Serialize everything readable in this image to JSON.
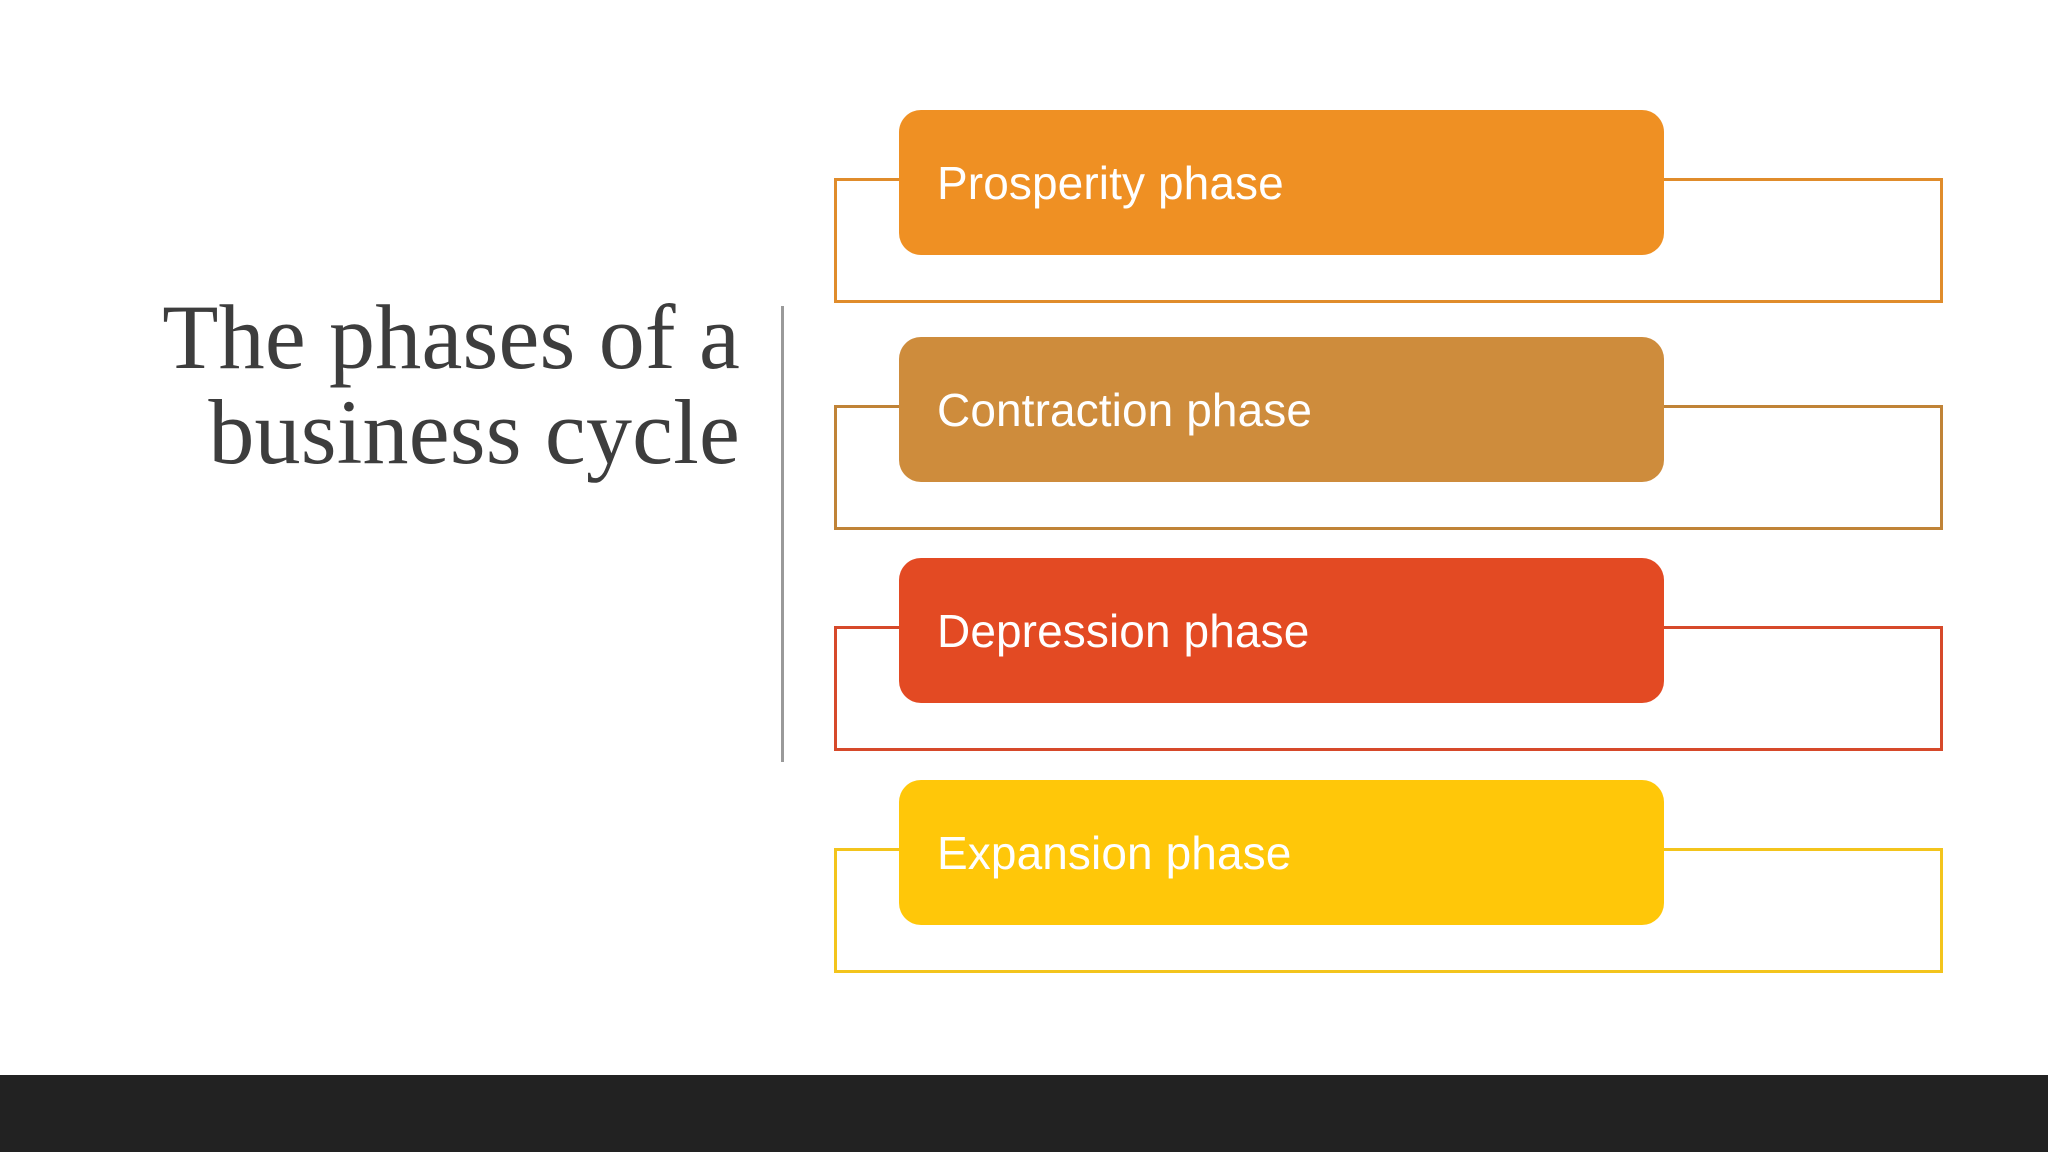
{
  "slide": {
    "background_color": "#FFFFFF",
    "title": "The phases of a business cycle",
    "title_color": "#3D3D3D",
    "divider_color": "#9A9A9A",
    "bottom_bar_color": "#222222"
  },
  "diagram": {
    "type": "stacked-process-list",
    "label_text_color": "#FFFFFF",
    "items": [
      {
        "label": "Prosperity phase",
        "fill_color": "#EF9023",
        "outline_color": "#E08C2B"
      },
      {
        "label": "Contraction phase",
        "fill_color": "#CE8C3C",
        "outline_color": "#C08337"
      },
      {
        "label": "Depression phase",
        "fill_color": "#E34A23",
        "outline_color": "#D6492A"
      },
      {
        "label": "Expansion phase",
        "fill_color": "#FFC709",
        "outline_color": "#F3C41C"
      }
    ]
  }
}
